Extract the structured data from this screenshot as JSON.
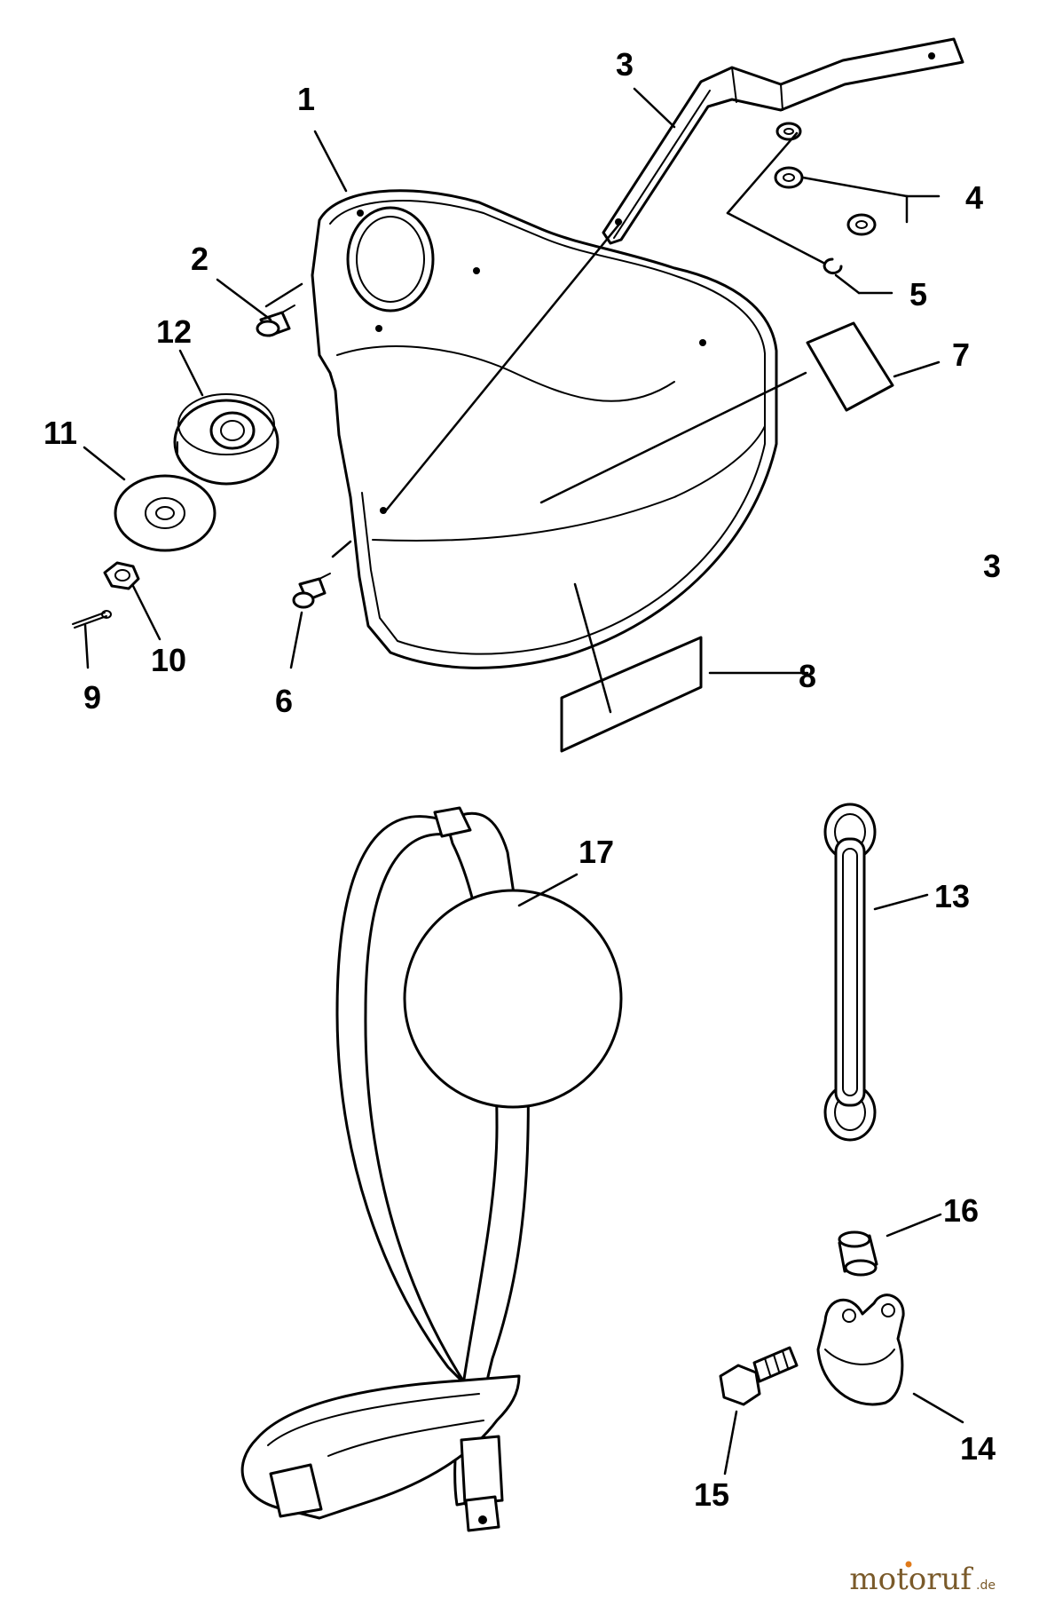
{
  "callouts": {
    "c1": "1",
    "c2": "2",
    "c3": "3",
    "c3b": "3",
    "c4": "4",
    "c5": "5",
    "c6": "6",
    "c7": "7",
    "c8": "8",
    "c9": "9",
    "c10": "10",
    "c11": "11",
    "c12": "12",
    "c13": "13",
    "c14": "14",
    "c15": "15",
    "c16": "16",
    "c17": "17"
  },
  "watermark": {
    "name": "motoruf",
    "suffix": ".de"
  },
  "colors": {
    "line": "#000000",
    "background": "#ffffff",
    "brand": "#7a5a2a",
    "brand_accent": "#e07a1a"
  }
}
